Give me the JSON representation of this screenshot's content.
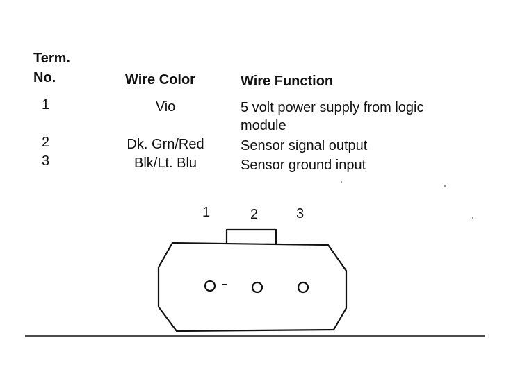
{
  "table": {
    "headers": {
      "term_line1": "Term.",
      "term_line2": "No.",
      "wire_color": "Wire Color",
      "wire_function": "Wire Function"
    },
    "rows": [
      {
        "term": "1",
        "color": "Vio",
        "function_line1": "5 volt power supply from logic",
        "function_line2": "module"
      },
      {
        "term": "2",
        "color": "Dk. Grn/Red",
        "function_line1": "Sensor signal output"
      },
      {
        "term": "3",
        "color": "Blk/Lt. Blu",
        "function_line1": "Sensor ground input"
      }
    ]
  },
  "connector": {
    "pin_labels": [
      "1",
      "2",
      "3"
    ]
  }
}
